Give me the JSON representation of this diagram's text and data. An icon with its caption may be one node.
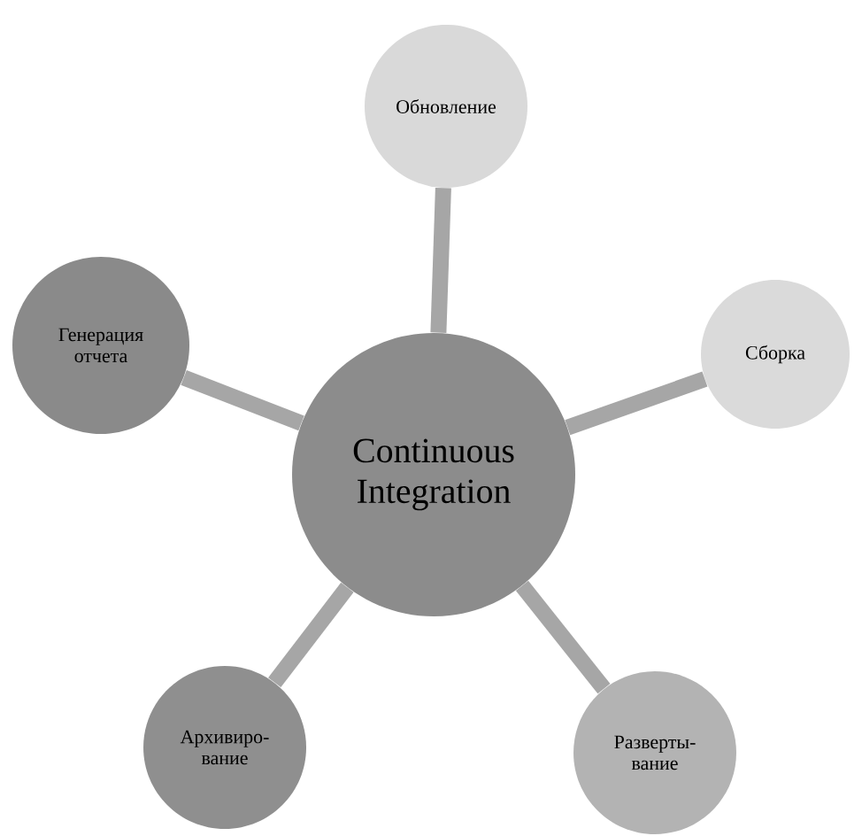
{
  "diagram": {
    "nodes": [
      {
        "text": [
          "Continuous Integration"
        ]
      },
      {
        "text": [
          "Обновление"
        ]
      },
      {
        "text": [
          "Генерация отчета"
        ]
      },
      {
        "text": [
          "Сборка"
        ]
      },
      {
        "text": [
          "Архивиро-вание"
        ]
      },
      {
        "text": [
          "Разверты-вание"
        ]
      }
    ],
    "edges": [
      {
        "from": 0,
        "to": 1,
        "arrow": "none"
      },
      {
        "from": 0,
        "to": 2,
        "arrow": "none"
      },
      {
        "from": 0,
        "to": 3,
        "arrow": "none"
      },
      {
        "from": 0,
        "to": 4,
        "arrow": "none"
      },
      {
        "from": 0,
        "to": 5,
        "arrow": "none"
      }
    ]
  }
}
